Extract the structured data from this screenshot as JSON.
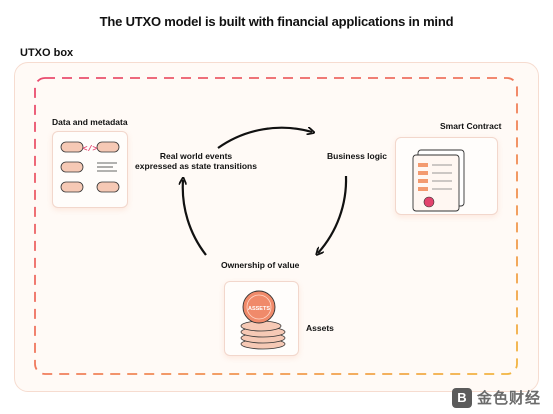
{
  "title": "The UTXO model is built with financial applications in mind",
  "box_label": "UTXO box",
  "nodes": {
    "data": "Data and metadata",
    "contract": "Smart Contract",
    "events_line1": "Real world events",
    "events_line2": "expressed as state transitions",
    "business": "Business logic",
    "ownership": "Ownership of value",
    "assets": "Assets"
  },
  "data_card": {
    "code_glyph": "</>"
  },
  "coin_label": "ASSETS",
  "watermark": {
    "logo": "B",
    "text": "金色财经"
  },
  "colors": {
    "accent_orange": "#f39a6f",
    "accent_pink": "#e2436d",
    "accent_yellow": "#f2b640",
    "coin": "#f08a6a"
  }
}
